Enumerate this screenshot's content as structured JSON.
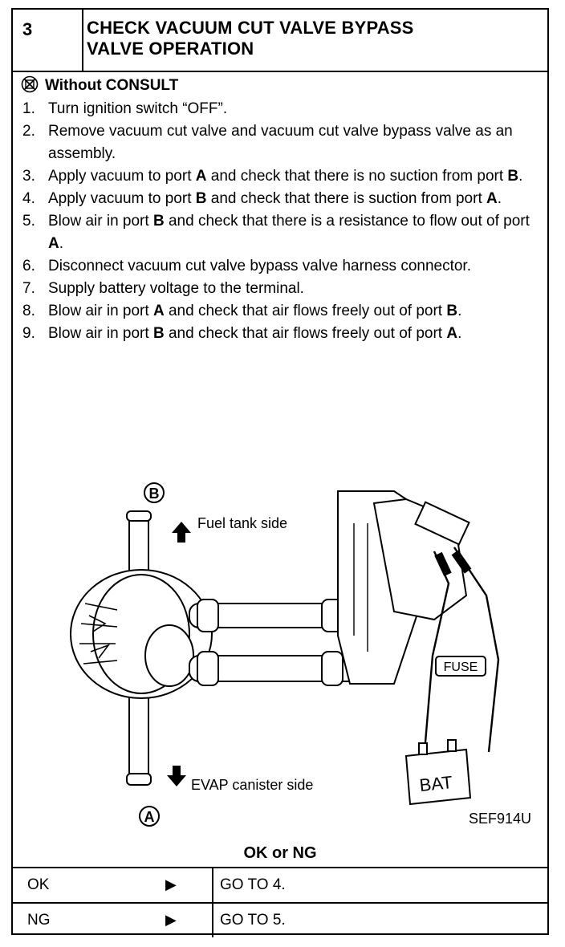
{
  "header": {
    "step_number": "3",
    "title_line1": "CHECK VACUUM CUT VALVE BYPASS",
    "title_line2": "VALVE OPERATION"
  },
  "method": {
    "icon": "no-consult-icon",
    "label": "Without CONSULT"
  },
  "steps": [
    {
      "num": "1.",
      "parts": [
        {
          "t": "Turn ignition switch “OFF”."
        }
      ]
    },
    {
      "num": "2.",
      "parts": [
        {
          "t": "Remove vacuum cut valve and vacuum cut valve bypass valve as an assembly."
        }
      ]
    },
    {
      "num": "3.",
      "parts": [
        {
          "t": "Apply vacuum to port "
        },
        {
          "t": "A",
          "b": true
        },
        {
          "t": " and check that there is no suction from port "
        },
        {
          "t": "B",
          "b": true
        },
        {
          "t": "."
        }
      ]
    },
    {
      "num": "4.",
      "parts": [
        {
          "t": "Apply vacuum to port "
        },
        {
          "t": "B",
          "b": true
        },
        {
          "t": " and check that there is suction from port "
        },
        {
          "t": "A",
          "b": true
        },
        {
          "t": "."
        }
      ]
    },
    {
      "num": "5.",
      "parts": [
        {
          "t": "Blow air in port "
        },
        {
          "t": "B",
          "b": true
        },
        {
          "t": " and check that there is a resistance to flow out of port "
        },
        {
          "t": "A",
          "b": true
        },
        {
          "t": "."
        }
      ]
    },
    {
      "num": "6.",
      "parts": [
        {
          "t": "Disconnect vacuum cut valve bypass valve harness connector."
        }
      ]
    },
    {
      "num": "7.",
      "parts": [
        {
          "t": "Supply battery voltage to the terminal."
        }
      ]
    },
    {
      "num": "8.",
      "parts": [
        {
          "t": "Blow air in port "
        },
        {
          "t": "A",
          "b": true
        },
        {
          "t": " and check that air flows freely out of port "
        },
        {
          "t": "B",
          "b": true
        },
        {
          "t": "."
        }
      ]
    },
    {
      "num": "9.",
      "parts": [
        {
          "t": "Blow air in port "
        },
        {
          "t": "B",
          "b": true
        },
        {
          "t": " and check that air flows freely out of port "
        },
        {
          "t": "A",
          "b": true
        },
        {
          "t": "."
        }
      ]
    }
  ],
  "figure": {
    "port_b": "B",
    "port_a": "A",
    "fuel_tank_label": "Fuel tank side",
    "evap_label": "EVAP canister side",
    "fuse_label": "FUSE",
    "battery_label": "BAT",
    "figure_code": "SEF914U"
  },
  "result": {
    "label": "OK or NG",
    "rows": [
      {
        "status": "OK",
        "action": "GO TO 4."
      },
      {
        "status": "NG",
        "action": "GO TO 5."
      }
    ]
  }
}
